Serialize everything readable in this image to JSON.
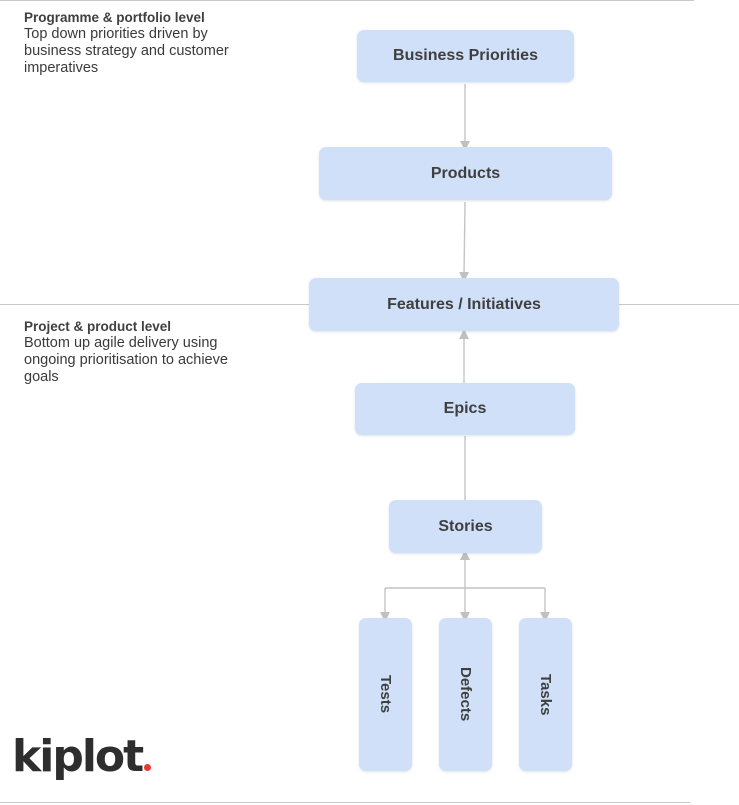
{
  "sections": {
    "portfolio": {
      "heading": "Programme & portfolio level",
      "description": "Top down priorities driven by business strategy and customer imperatives"
    },
    "project": {
      "heading": "Project & product level",
      "description": "Bottom up agile delivery using ongoing prioritisation to achieve goals"
    }
  },
  "nodes": {
    "business_priorities": "Business Priorities",
    "products": "Products",
    "features": "Features / Initiatives",
    "epics": "Epics",
    "stories": "Stories",
    "tests": "Tests",
    "defects": "Defects",
    "tasks": "Tasks"
  },
  "logo": {
    "text": "kiplot",
    "dot_color": "#e8382c"
  },
  "colors": {
    "box_fill": "#cfe0f8",
    "line": "#c8c8c8",
    "arrow": "#c0c0c0"
  }
}
